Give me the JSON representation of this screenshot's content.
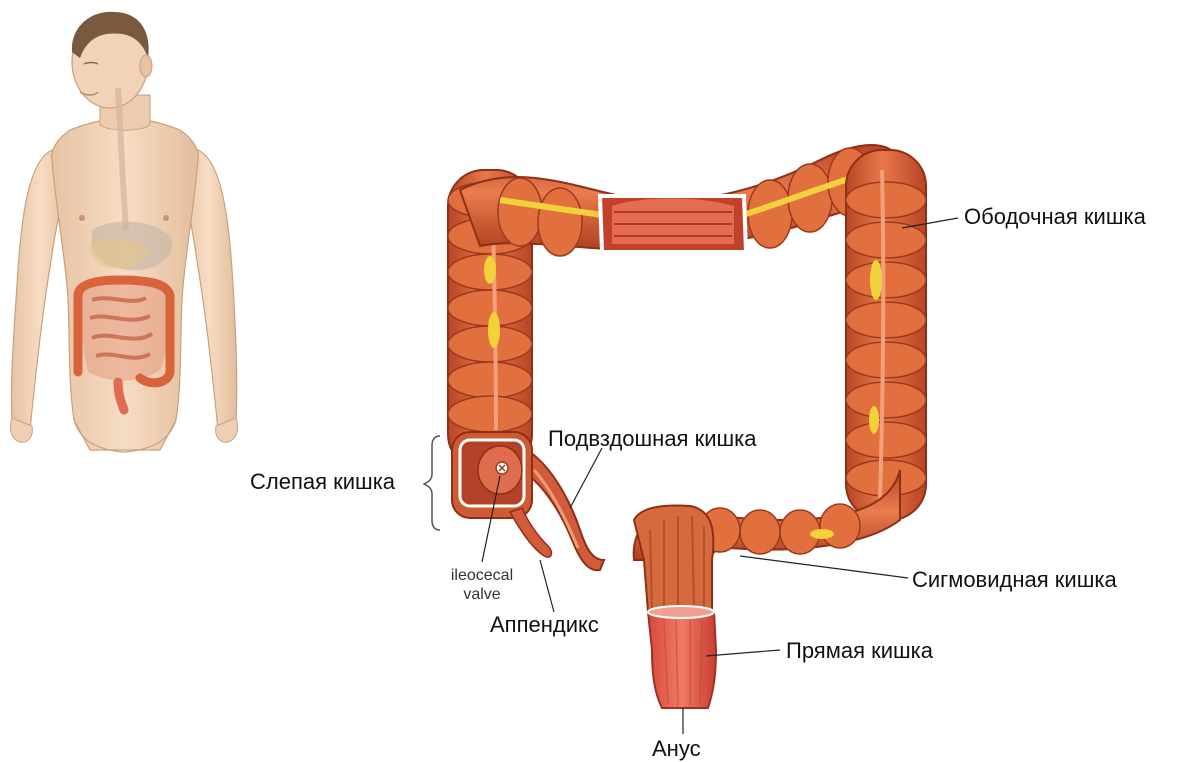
{
  "labels": {
    "colon": "Ободочная кишка",
    "ileum": "Подвздошная кишка",
    "cecum": "Слепая кишка",
    "valve_line1": "ileocecal",
    "valve_line2": "valve",
    "appendix": "Аппендикс",
    "sigmoid": "Сигмовидная кишка",
    "rectum": "Прямая кишка",
    "anus": "Анус"
  },
  "colors": {
    "colon_fill": "#d9643a",
    "colon_dark": "#a9391c",
    "colon_light": "#ec8a5c",
    "fat": "#f1d23a",
    "rectum": "#e65a48",
    "skin": "#f3d6bd",
    "skin_dark": "#d8ae8e",
    "hair": "#7a5a3e"
  }
}
